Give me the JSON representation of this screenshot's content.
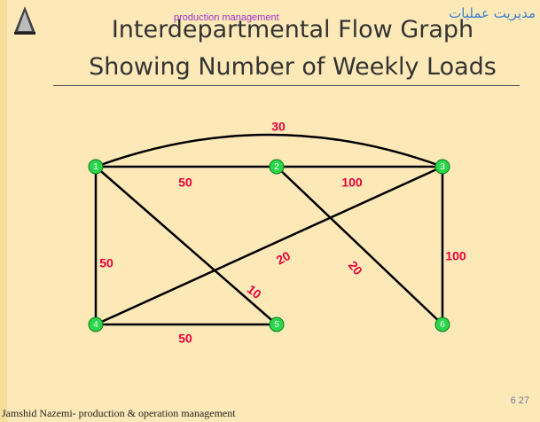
{
  "slide": {
    "overlay_en": "production management",
    "overlay_ar": "مدیریت عملیات",
    "title_line1": "Interdepartmental Flow Graph",
    "title_line2": "Showing Number of Weekly Loads",
    "footer": "Jamshid Nazemi- production & operation management",
    "page_number": "6 27"
  },
  "graph": {
    "nodes": [
      {
        "id": "1",
        "label": "1"
      },
      {
        "id": "2",
        "label": "2"
      },
      {
        "id": "3",
        "label": "3"
      },
      {
        "id": "4",
        "label": "4"
      },
      {
        "id": "5",
        "label": "5"
      },
      {
        "id": "6",
        "label": "6"
      }
    ],
    "edges": [
      {
        "from": "1",
        "to": "3",
        "load": "30"
      },
      {
        "from": "1",
        "to": "2",
        "load": "50"
      },
      {
        "from": "2",
        "to": "3",
        "load": "100"
      },
      {
        "from": "1",
        "to": "4",
        "load": "50"
      },
      {
        "from": "1",
        "to": "5",
        "load": "10"
      },
      {
        "from": "4",
        "to": "3",
        "load": "20"
      },
      {
        "from": "2",
        "to": "6",
        "load": "20"
      },
      {
        "from": "3",
        "to": "6",
        "load": "100"
      },
      {
        "from": "4",
        "to": "5",
        "load": "50"
      }
    ],
    "node_color": "#2bd64a",
    "edge_color": "#000000",
    "label_color": "#e8003a"
  }
}
